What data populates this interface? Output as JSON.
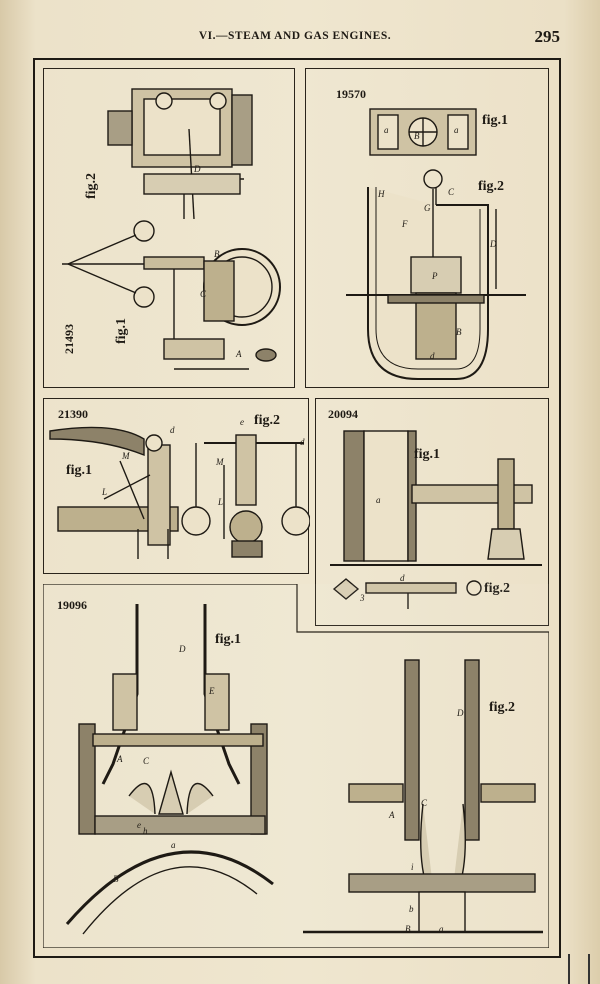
{
  "header": {
    "title": "VI.—STEAM AND GAS ENGINES.",
    "page_number": "295"
  },
  "panels": [
    {
      "id": "21493",
      "number": "21493",
      "labels": [
        "fig.2",
        "fig.1"
      ]
    },
    {
      "id": "19570",
      "number": "19570",
      "labels": [
        "fig.1",
        "fig.2"
      ]
    },
    {
      "id": "21390",
      "number": "21390",
      "labels": [
        "fig.1",
        "fig.2"
      ]
    },
    {
      "id": "20094",
      "number": "20094",
      "labels": [
        "fig.1",
        "fig.2"
      ]
    },
    {
      "id": "19096",
      "number": "19096",
      "labels": [
        "fig.1",
        "fig.2"
      ]
    }
  ],
  "letters": {
    "p19096_fig1": [
      "D",
      "E",
      "A",
      "C",
      "a",
      "B",
      "e",
      "h"
    ],
    "p19096_fig2": [
      "D",
      "A",
      "C",
      "i",
      "b",
      "B",
      "a"
    ],
    "p19570": [
      "a",
      "B",
      "a",
      "H",
      "C",
      "F",
      "G",
      "D",
      "P",
      "B",
      "d"
    ],
    "p21390": [
      "d",
      "M",
      "L",
      "e",
      "d",
      "M",
      "L"
    ],
    "p20094": [
      "a",
      "d",
      "3"
    ],
    "p21493": [
      "D",
      "C",
      "B",
      "A"
    ]
  }
}
